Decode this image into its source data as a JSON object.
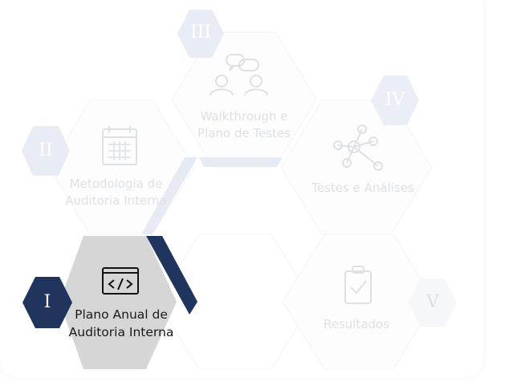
{
  "steps": [
    {
      "numeral": "I",
      "line1": "Plano Anual de",
      "line2": "Auditoria Interna",
      "icon": "code-window-icon",
      "active": true
    },
    {
      "numeral": "II",
      "line1": "Metodologia de",
      "line2": "Auditoria Interna",
      "icon": "calendar-icon",
      "active": false
    },
    {
      "numeral": "III",
      "line1": "Walkthrough e",
      "line2": "Plano de Testes",
      "icon": "conversation-icon",
      "active": false
    },
    {
      "numeral": "IV",
      "line1": "Testes e Análises",
      "line2": "",
      "icon": "network-icon",
      "active": false
    },
    {
      "numeral": "V",
      "line1": "Resultados",
      "line2": "",
      "icon": "clipboard-check-icon",
      "active": false
    }
  ],
  "colors": {
    "navy": "#1f355e",
    "active_fill": "#d6d6d6",
    "faded_text": "#dde1e6",
    "faded_badge": "#e6eaf3"
  }
}
